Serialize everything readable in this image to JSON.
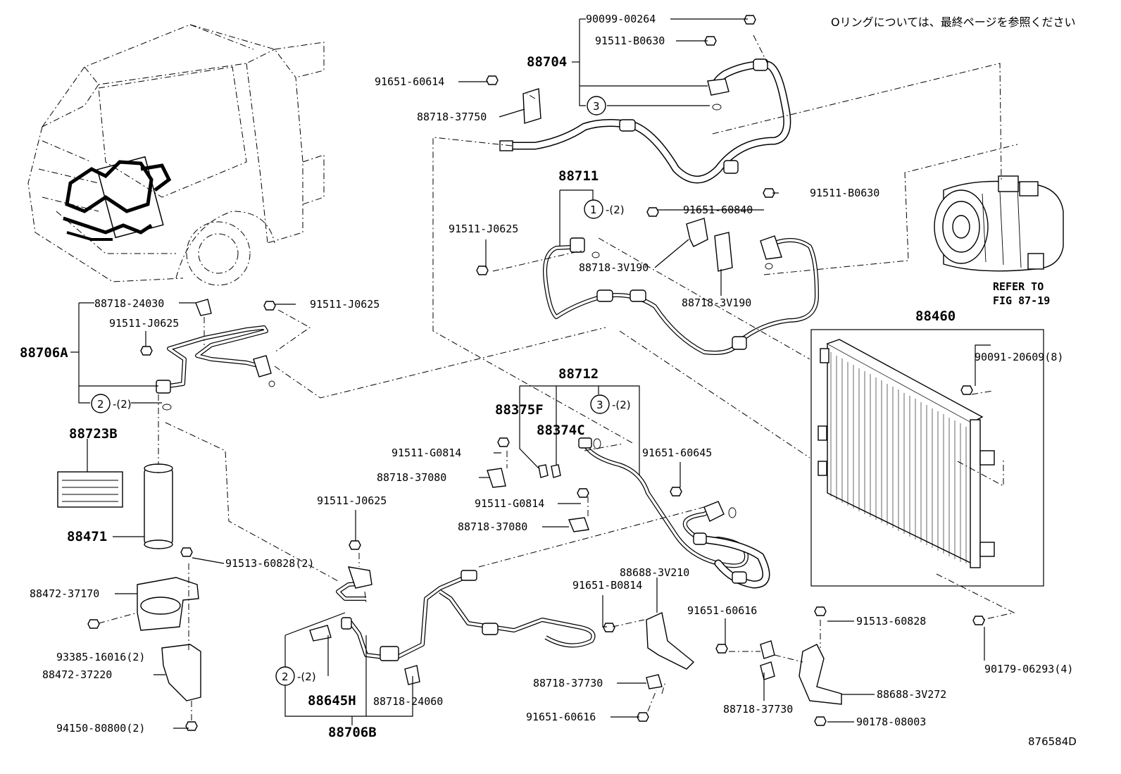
{
  "note": "Oリングについては、最終ページを参照ください",
  "figure_id": "876584D",
  "refer": [
    "REFER TO",
    "FIG 87-19"
  ],
  "labels": {
    "p90099_00264": "90099-00264",
    "p91511_B0630_a": "91511-B0630",
    "p88704": "88704",
    "p91651_60614": "91651-60614",
    "p88718_37750": "88718-37750",
    "p88711": "88711",
    "p91651_60840": "91651-60840",
    "p91511_B0630_b": "91511-B0630",
    "p91511_J0625_a": "91511-J0625",
    "p88718_3V190_a": "88718-3V190",
    "p88718_3V190_b": "88718-3V190",
    "p88460": "88460",
    "p90091_20609": "90091-20609(8)",
    "p88718_24030": "88718-24030",
    "p91511_J0625_b": "91511-J0625",
    "p91511_J0625_c": "91511-J0625",
    "p88706A": "88706A",
    "p88723B": "88723B",
    "p88471": "88471",
    "p91513_60828_2": "91513-60828(2)",
    "p88472_37170": "88472-37170",
    "p93385_16016": "93385-16016(2)",
    "p88472_37220": "88472-37220",
    "p94150_80800": "94150-80800(2)",
    "p88712": "88712",
    "p88375F": "88375F",
    "p88374C": "88374C",
    "p91511_G0814_a": "91511-G0814",
    "p88718_37080_a": "88718-37080",
    "p91511_G0814_b": "91511-G0814",
    "p88718_37080_b": "88718-37080",
    "p91651_60645": "91651-60645",
    "p91511_J0625_d": "91511-J0625",
    "p88688_3V210": "88688-3V210",
    "p91651_B0814": "91651-B0814",
    "p91651_60616_a": "91651-60616",
    "p91513_60828": "91513-60828",
    "p90179_06293": "90179-06293(4)",
    "p88645H": "88645H",
    "p88718_24060": "88718-24060",
    "p88706B": "88706B",
    "p88718_37730_a": "88718-37730",
    "p91651_60616_b": "91651-60616",
    "p88718_37730_b": "88718-37730",
    "p88688_3V272": "88688-3V272",
    "p90178_08003": "90178-08003"
  },
  "circles": {
    "c3_top": "3",
    "c1": "1",
    "c1_qty": "-(2)",
    "c2_left": "2",
    "c2_left_qty": "-(2)",
    "c3_mid": "3",
    "c3_mid_qty": "-(2)",
    "c2_bottom": "2",
    "c2_bottom_qty": "-(2)"
  }
}
